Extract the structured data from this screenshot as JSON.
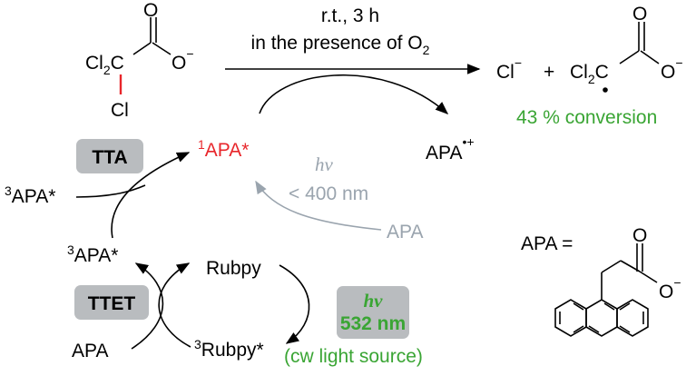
{
  "reaction": {
    "condition_line1": "r.t., 3 h",
    "condition_line2_prefix": "in the presence of O",
    "condition_line2_subscript": "2",
    "reactant_cl2c": "Cl",
    "reactant_cl2c_sub": "2",
    "reactant_cl2c_c": "C",
    "reactant_o_top": "O",
    "reactant_o_minus": "O",
    "reactant_cl": "Cl",
    "product_cl": "Cl",
    "product_plus": "+",
    "product_cl2c": "Cl",
    "product_cl2c_sub": "2",
    "product_cl2c_c": "C",
    "product_o_top": "O",
    "product_o_minus": "O",
    "conversion": "43 % conversion",
    "apa_radical_cation": "APA",
    "apa_radical_cation_sup": "•+"
  },
  "cycle": {
    "singlet_apa_sup": "1",
    "singlet_apa": "APA*",
    "tta_label": "TTA",
    "triplet_apa_left_sup": "3",
    "triplet_apa_left": "APA*",
    "hv_gray": "hν",
    "hv_gray_wavelength": "< 400 nm",
    "apa_gray": "APA",
    "triplet_apa_mid_sup": "3",
    "triplet_apa_mid": "APA*",
    "ttet_label": "TTET",
    "apa_bottom": "APA",
    "rubpy": "Rubpy",
    "triplet_rubpy_sup": "3",
    "triplet_rubpy": "Rubpy*",
    "hv_green": "hν",
    "hv_green_wavelength": "532 nm",
    "light_source": "(cw light source)"
  },
  "apa_structure": {
    "label": "APA =",
    "o_top": "O",
    "o_minus": "O"
  },
  "colors": {
    "red": "#e8262b",
    "green": "#3aa534",
    "gray": "#9aa4ae",
    "box_gray": "#b9bcbf"
  }
}
